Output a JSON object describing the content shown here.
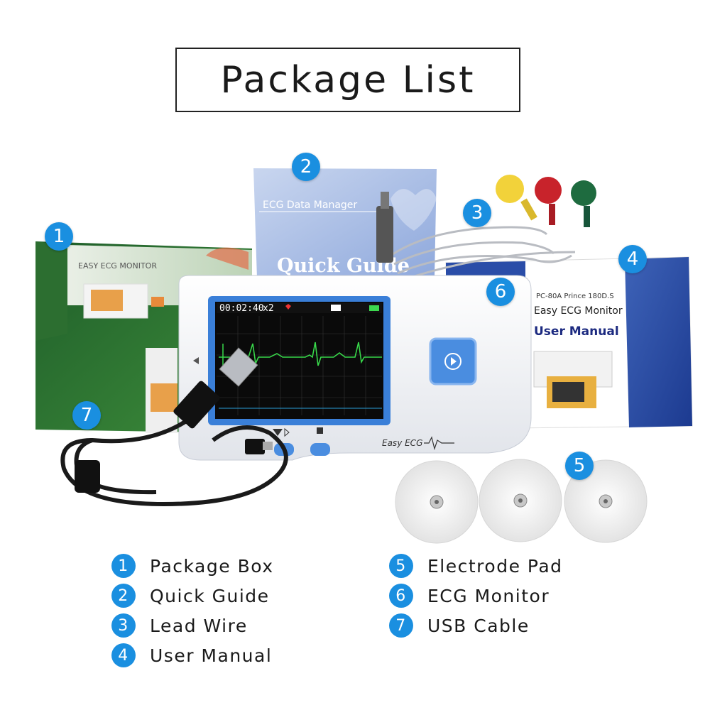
{
  "title": "Package List",
  "colors": {
    "badge": "#1a8fe0",
    "screen_bg": "#0a0a0a",
    "screen_frame": "#3a7fd8",
    "ecg_trace": "#38d84a"
  },
  "box": {
    "brand": "EASY ECG MONITOR"
  },
  "guide": {
    "header": "ECG Data Manager",
    "title": "Quick Guide"
  },
  "manual": {
    "model": "PC-80A Prince 180D.S",
    "subtitle": "Easy ECG Monitor",
    "title": "User Manual"
  },
  "monitor": {
    "time": "00:02:40",
    "gain": "x2",
    "brand": "Easy ECG",
    "play_icon": "play-icon",
    "left_button_icon": "down-play-icon",
    "right_button_icon": "stop-icon"
  },
  "callouts": [
    "1",
    "2",
    "3",
    "4",
    "5",
    "6",
    "7"
  ],
  "legend_left": [
    {
      "num": "1",
      "label": "Package Box"
    },
    {
      "num": "2",
      "label": "Quick Guide"
    },
    {
      "num": "3",
      "label": "Lead Wire"
    },
    {
      "num": "4",
      "label": "User Manual"
    }
  ],
  "legend_right": [
    {
      "num": "5",
      "label": "Electrode Pad"
    },
    {
      "num": "6",
      "label": "ECG Monitor"
    },
    {
      "num": "7",
      "label": "USB Cable"
    }
  ]
}
